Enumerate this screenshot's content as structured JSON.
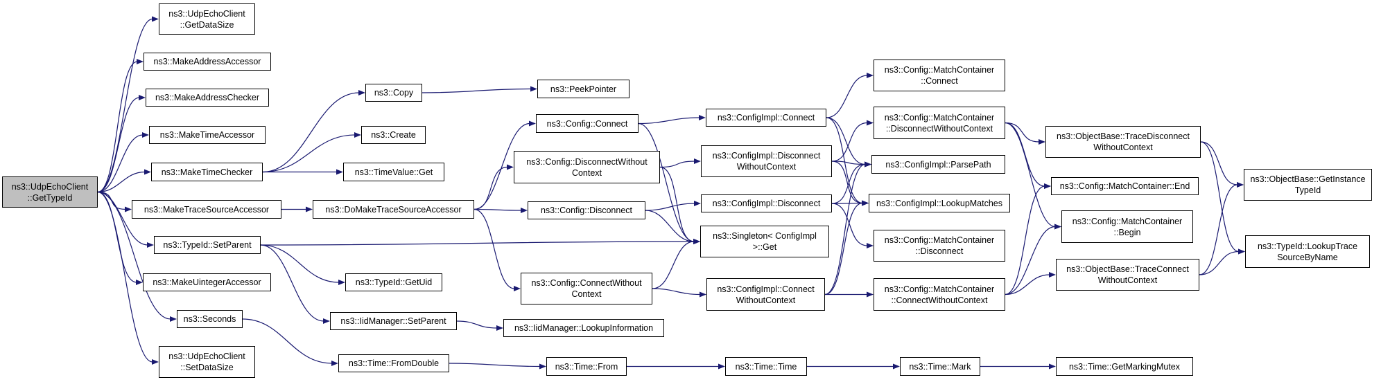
{
  "colors": {
    "edge": "#191970",
    "root_fill": "#bfbfbf",
    "node_fill": "#ffffff",
    "node_border": "#000000"
  },
  "nodes": {
    "root": "ns3::UdpEchoClient\n::GetTypeId",
    "udp_getdatasize": "ns3::UdpEchoClient\n::GetDataSize",
    "make_address_accessor": "ns3::MakeAddressAccessor",
    "make_address_checker": "ns3::MakeAddressChecker",
    "make_time_accessor": "ns3::MakeTimeAccessor",
    "make_time_checker": "ns3::MakeTimeChecker",
    "make_trace_source_accessor": "ns3::MakeTraceSourceAccessor",
    "typeid_setparent": "ns3::TypeId::SetParent",
    "make_uinteger_accessor": "ns3::MakeUintegerAccessor",
    "seconds": "ns3::Seconds",
    "udp_setdatasize": "ns3::UdpEchoClient\n::SetDataSize",
    "copy": "ns3::Copy",
    "create": "ns3::Create",
    "timevalue_get": "ns3::TimeValue::Get",
    "do_make_trace_source_accessor": "ns3::DoMakeTraceSourceAccessor",
    "typeid_getuid": "ns3::TypeId::GetUid",
    "iidmanager_setparent": "ns3::IidManager::SetParent",
    "time_fromdouble": "ns3::Time::FromDouble",
    "peekpointer": "ns3::PeekPointer",
    "config_connect": "ns3::Config::Connect",
    "config_disconnect_wo": "ns3::Config::DisconnectWithout\nContext",
    "config_disconnect": "ns3::Config::Disconnect",
    "config_connect_wo": "ns3::Config::ConnectWithout\nContext",
    "iidmanager_lookupinfo": "ns3::IidManager::LookupInformation",
    "time_from": "ns3::Time::From",
    "configimpl_connect": "ns3::ConfigImpl::Connect",
    "configimpl_disconnect_wo": "ns3::ConfigImpl::Disconnect\nWithoutContext",
    "configimpl_disconnect": "ns3::ConfigImpl::Disconnect",
    "singleton_get": "ns3::Singleton< ConfigImpl\n>::Get",
    "configimpl_connect_wo": "ns3::ConfigImpl::Connect\nWithoutContext",
    "time_time": "ns3::Time::Time",
    "mc_connect": "ns3::Config::MatchContainer\n::Connect",
    "mc_disconnect_wo": "ns3::Config::MatchContainer\n::DisconnectWithoutContext",
    "configimpl_parsepath": "ns3::ConfigImpl::ParsePath",
    "configimpl_lookupmatches": "ns3::ConfigImpl::LookupMatches",
    "mc_disconnect": "ns3::Config::MatchContainer\n::Disconnect",
    "mc_connect_wo": "ns3::Config::MatchContainer\n::ConnectWithoutContext",
    "time_mark": "ns3::Time::Mark",
    "ob_trace_disconnect_wo": "ns3::ObjectBase::TraceDisconnect\nWithoutContext",
    "mc_end": "ns3::Config::MatchContainer::End",
    "mc_begin": "ns3::Config::MatchContainer\n::Begin",
    "ob_trace_connect_wo": "ns3::ObjectBase::TraceConnect\nWithoutContext",
    "time_getmarkingmutex": "ns3::Time::GetMarkingMutex",
    "ob_getinstancetypeid": "ns3::ObjectBase::GetInstance\nTypeId",
    "typeid_lookuptracesource": "ns3::TypeId::LookupTrace\nSourceByName"
  }
}
